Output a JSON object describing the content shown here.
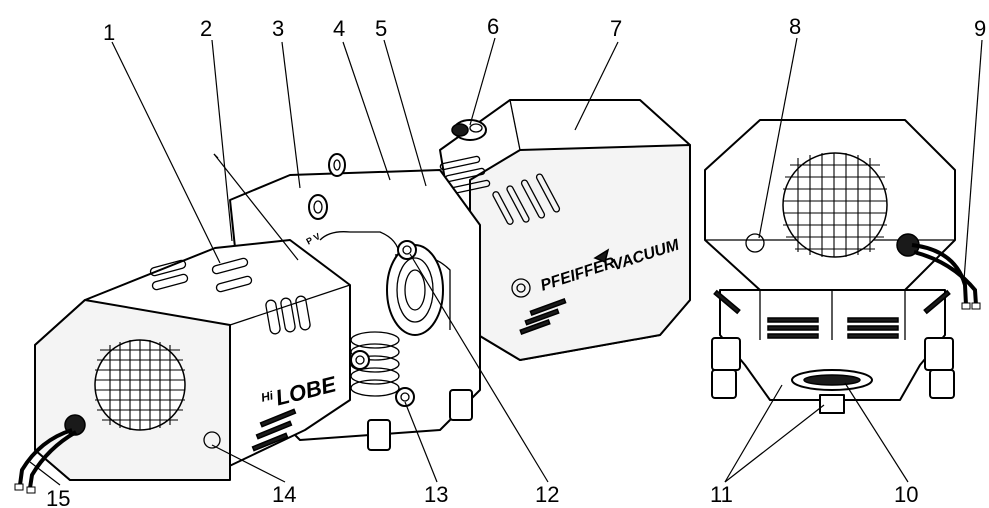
{
  "figure": {
    "callouts": [
      "1",
      "2",
      "3",
      "4",
      "5",
      "6",
      "7",
      "8",
      "9",
      "10",
      "11",
      "12",
      "13",
      "14",
      "15"
    ]
  },
  "labels": {
    "brand_left": "PFEIFFER",
    "brand_right": "VACUUM",
    "model_prefix": "Hi",
    "model": "LOBE"
  },
  "icons": {
    "eye_bolt": "eye-bolt-icon",
    "fan_grille": "fan-grille-icon",
    "power_cable": "cable-icon",
    "valve": "valve-icon"
  },
  "colors": {
    "line": "#000000",
    "background": "#ffffff",
    "shade": "#f4f4f4"
  }
}
